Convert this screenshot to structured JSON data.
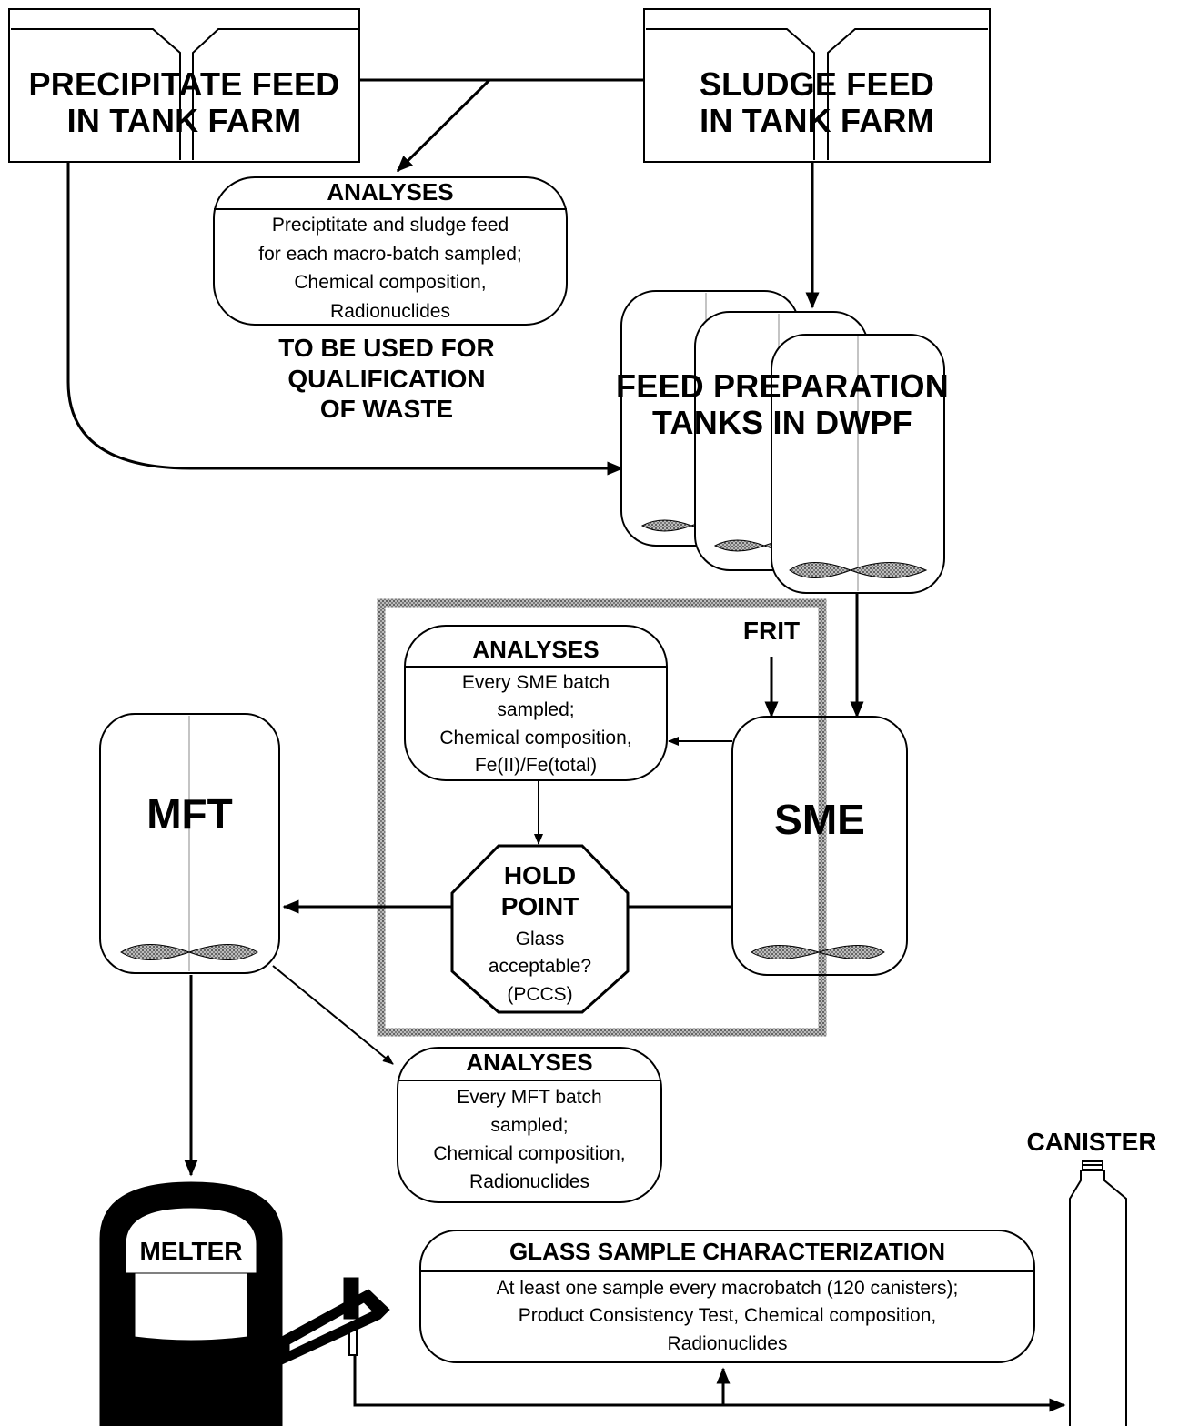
{
  "tanks": {
    "precipitate": [
      "PRECIPITATE FEED",
      "IN TANK FARM"
    ],
    "sludge": [
      "SLUDGE FEED",
      "IN TANK FARM"
    ]
  },
  "analyses_feed": {
    "heading": "ANALYSES",
    "lines": [
      "Preciptitate and sludge feed",
      "for each macro-batch sampled;",
      "Chemical composition,",
      "Radionuclides"
    ]
  },
  "qualification_note": [
    "TO BE USED FOR",
    "QUALIFICATION",
    "OF WASTE"
  ],
  "feed_prep": [
    "FEED PREPARATION",
    "TANKS IN DWPF"
  ],
  "frit": "FRIT",
  "analyses_sme": {
    "heading": "ANALYSES",
    "lines": [
      "Every SME batch",
      "sampled;",
      "Chemical composition,",
      "Fe(II)/Fe(total)"
    ]
  },
  "sme_label": "SME",
  "mft_label": "MFT",
  "hold_point": {
    "title": [
      "HOLD",
      "POINT"
    ],
    "lines": [
      "Glass",
      "acceptable?",
      "(PCCS)"
    ]
  },
  "analyses_mft": {
    "heading": "ANALYSES",
    "lines": [
      "Every MFT batch",
      "sampled;",
      "Chemical composition,",
      "Radionuclides"
    ]
  },
  "canister_label": "CANISTER",
  "melter_label": "MELTER",
  "glass_characterization": {
    "heading": "GLASS SAMPLE CHARACTERIZATION",
    "lines": [
      "At least one sample every macrobatch (120 canisters);",
      "Product Consistency Test, Chemical composition,",
      "Radionuclides"
    ]
  }
}
